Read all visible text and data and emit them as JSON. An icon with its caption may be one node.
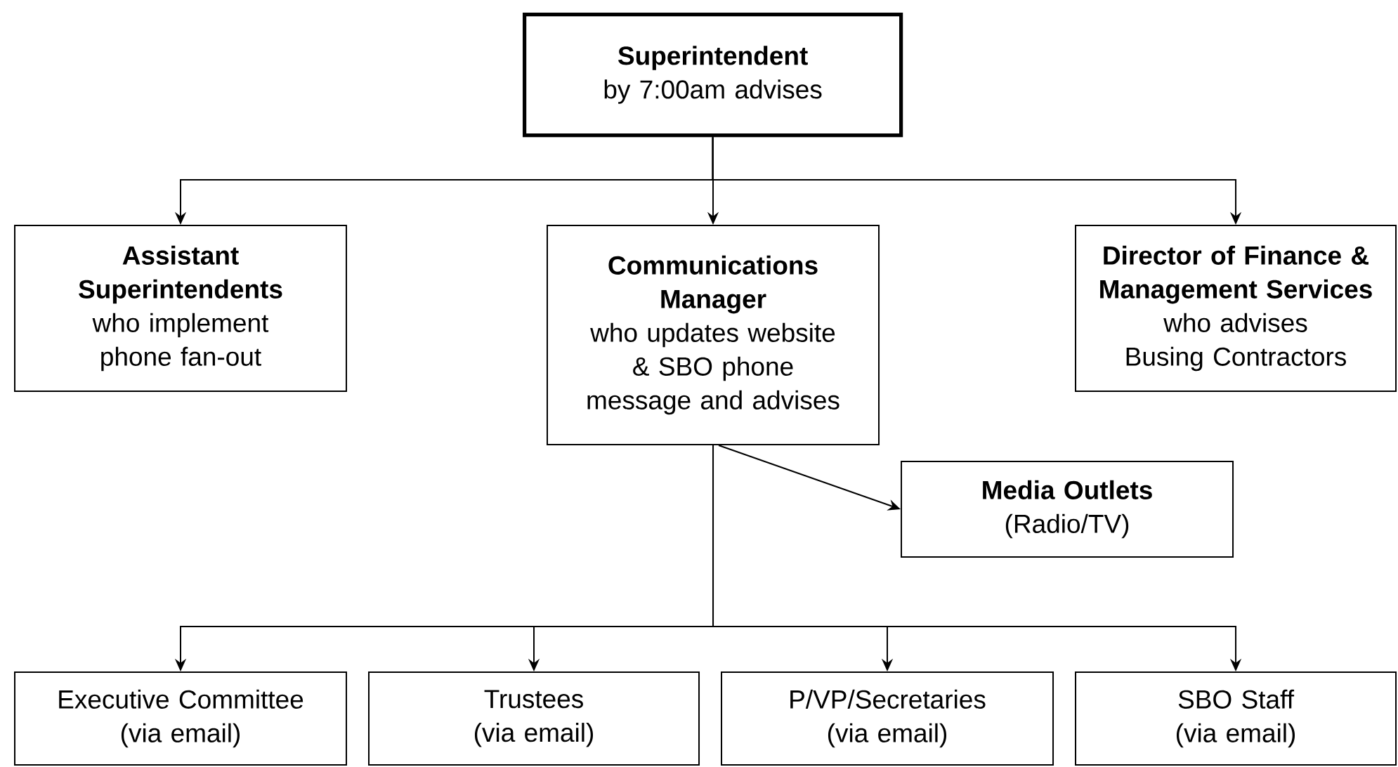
{
  "diagram": {
    "nodes": [
      {
        "text": [
          "Superintendent",
          "by 7:00am advises"
        ]
      },
      {
        "text": [
          "Assistant Superintendents",
          "who implement phone fan-out"
        ]
      },
      {
        "text": [
          "Communications Manager",
          "who updates website & SBO phone message and advises"
        ]
      },
      {
        "text": [
          "Director of Finance & Management Services",
          "who advises Busing Contractors"
        ]
      },
      {
        "text": [
          "Media Outlets",
          "(Radio/TV)"
        ]
      },
      {
        "text": [
          "Executive Committee",
          "(via email)"
        ]
      },
      {
        "text": [
          "Trustees",
          "(via email)"
        ]
      },
      {
        "text": [
          "P/VP/Secretaries",
          "(via email)"
        ]
      },
      {
        "text": [
          "SBO Staff",
          "(via email)"
        ]
      }
    ],
    "edges": [
      {
        "from": 0,
        "to": 1,
        "arrow": "to"
      },
      {
        "from": 0,
        "to": 2,
        "arrow": "to"
      },
      {
        "from": 0,
        "to": 3,
        "arrow": "to"
      },
      {
        "from": 2,
        "to": 4,
        "arrow": "to"
      },
      {
        "from": 2,
        "to": 5,
        "arrow": "to"
      },
      {
        "from": 2,
        "to": 6,
        "arrow": "to"
      },
      {
        "from": 2,
        "to": 7,
        "arrow": "to"
      },
      {
        "from": 2,
        "to": 8,
        "arrow": "to"
      }
    ]
  }
}
